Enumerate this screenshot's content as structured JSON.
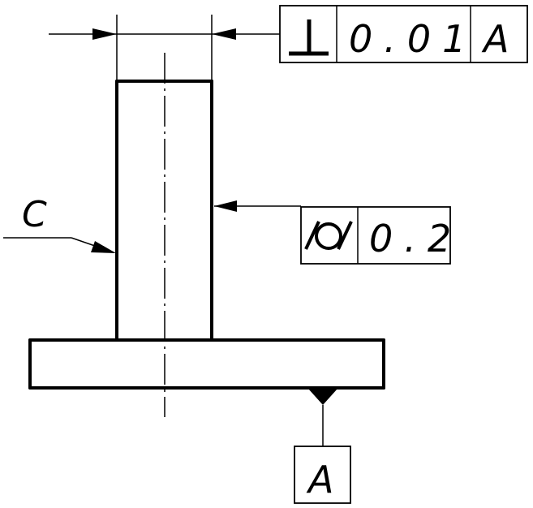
{
  "perpendicularity": {
    "symbol": "perpendicularity-icon",
    "tolerance": "0.01",
    "datum": "A"
  },
  "cylindricity": {
    "symbol": "cylindricity-icon",
    "tolerance": "0.2"
  },
  "surface_label": "C",
  "datum_feature": {
    "label": "A"
  }
}
